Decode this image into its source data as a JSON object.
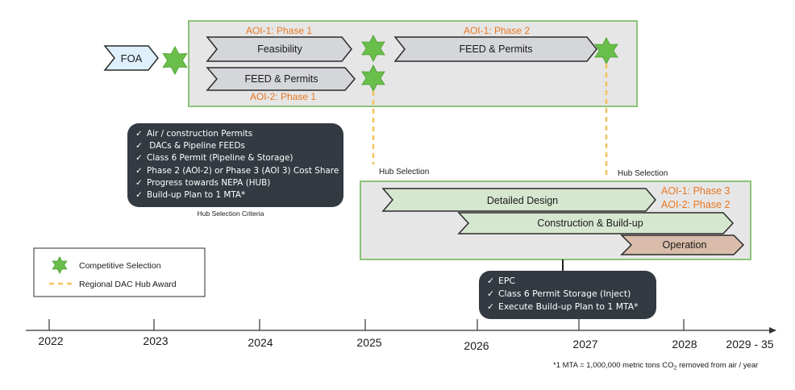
{
  "colors": {
    "phase_label": "#e87722",
    "green_star": "#6abf4b",
    "arrow_gray": "#d4d6da",
    "arrow_green": "#d5e7cf",
    "arrow_tan": "#d9bcaa",
    "panel_fill": "#e6e6e6",
    "panel_border": "#8cc37a",
    "dark_box": "#333a41",
    "dash_award": "#f2c25a"
  },
  "foa": {
    "label": "FOA"
  },
  "top_panel": {
    "phase1_label": "AOI-1: Phase 1",
    "phase2_label": "AOI-1: Phase 2",
    "phase1_aoi2_label": "AOI-2: Phase 1",
    "feasibility": "Feasibility",
    "feed_permits_aoi2": "FEED & Permits",
    "feed_permits_aoi1": "FEED & Permits"
  },
  "hub_selection": {
    "label_left": "Hub Selection",
    "label_right": "Hub Selection"
  },
  "criteria": {
    "items": [
      "Air / construction Permits",
      " DACs & Pipeline FEEDs",
      "Class 6 Permit (Pipeline & Storage)",
      "Phase 2 (AOI-2) or Phase 3 (AOI 3) Cost Share",
      "Progress towards NEPA (HUB)",
      "Build-up Plan to 1 MTA*"
    ],
    "caption": "Hub Selection Criteria"
  },
  "bottom_panel": {
    "detailed_design": "Detailed Design",
    "construction": "Construction & Build-up",
    "operation": "Operation",
    "phase3_label": "AOI-1: Phase 3",
    "phase2_aoi2_label": "AOI-2: Phase 2"
  },
  "epc": {
    "items": [
      "EPC",
      "Class 6 Permit Storage (Inject)",
      "Execute Build-up Plan to 1 MTA*"
    ]
  },
  "legend": {
    "competitive": "Competitive Selection",
    "award": "Regional DAC Hub Award"
  },
  "timeline": {
    "years": [
      "2022",
      "2023",
      "2024",
      "2025",
      "2026",
      "2027",
      "2028",
      "2029 - 35"
    ]
  },
  "footnote": {
    "text_main": "*1 MTA = 1,000,000 metric tons CO",
    "text_sub": "2",
    "text_tail": " removed from air / year"
  }
}
